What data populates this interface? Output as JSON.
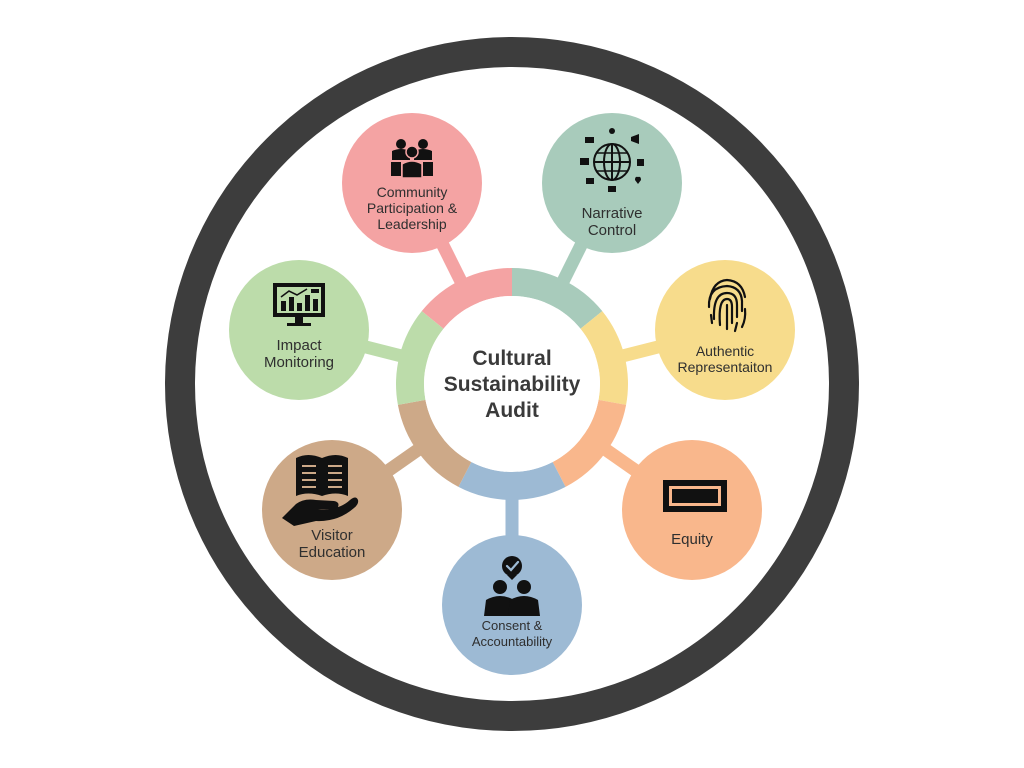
{
  "hub": {
    "title_lines": [
      "Cultural",
      "Sustainability",
      "Audit"
    ]
  },
  "colors": {
    "outer_ring": "#3d3d3d",
    "icon": "#111111"
  },
  "nodes": [
    {
      "id": "community",
      "lines": [
        "Community",
        "Participation &",
        "Leadership"
      ],
      "color": "#f4a3a3",
      "icon": "people-group-icon"
    },
    {
      "id": "narrative",
      "lines": [
        "Narrative",
        "Control"
      ],
      "color": "#a8cbbb",
      "icon": "globe-media-icon"
    },
    {
      "id": "authentic",
      "lines": [
        "Authentic",
        "Representaiton"
      ],
      "color": "#f7dc8c",
      "icon": "fingerprint-icon"
    },
    {
      "id": "equity",
      "lines": [
        "Equity"
      ],
      "color": "#f9b78c",
      "icon": "certificate-frame-icon"
    },
    {
      "id": "consent",
      "lines": [
        "Consent &",
        "Accountability"
      ],
      "color": "#9dbad4",
      "icon": "agreement-people-icon"
    },
    {
      "id": "visitor",
      "lines": [
        "Visitor",
        "Education"
      ],
      "color": "#cda988",
      "icon": "book-in-hand-icon"
    },
    {
      "id": "impact",
      "lines": [
        "Impact",
        "Monitoring"
      ],
      "color": "#bcdcaa",
      "icon": "monitor-chart-icon"
    }
  ]
}
